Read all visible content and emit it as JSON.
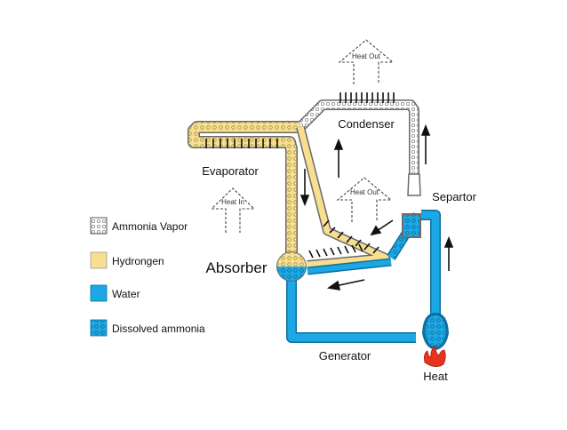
{
  "labels": {
    "heat_out_top": "Heat Out",
    "condenser": "Condenser",
    "evaporator": "Evaporator",
    "heat_out_mid": "Heat Out",
    "heat_in": "Heat In",
    "separtor": "Separtor",
    "absorber": "Absorber",
    "generator": "Generator",
    "heat": "Heat"
  },
  "legend": [
    {
      "label": "Ammonia Vapor",
      "color": "#ffffff",
      "pattern": "bubbles-gray"
    },
    {
      "label": "Hydrongen",
      "color": "#f7df8f",
      "pattern": "solid"
    },
    {
      "label": "Water",
      "color": "#1ba8e4",
      "pattern": "solid"
    },
    {
      "label": "Dissolved ammonia",
      "color": "#1ba8e4",
      "pattern": "bubbles-dark"
    }
  ],
  "colors": {
    "vapor": "#cfcfcf",
    "hydrogen": "#f7df8f",
    "water": "#1ba8e4",
    "water_dark": "#0f86bd",
    "flame": "#e8321b",
    "ink": "#111111"
  }
}
